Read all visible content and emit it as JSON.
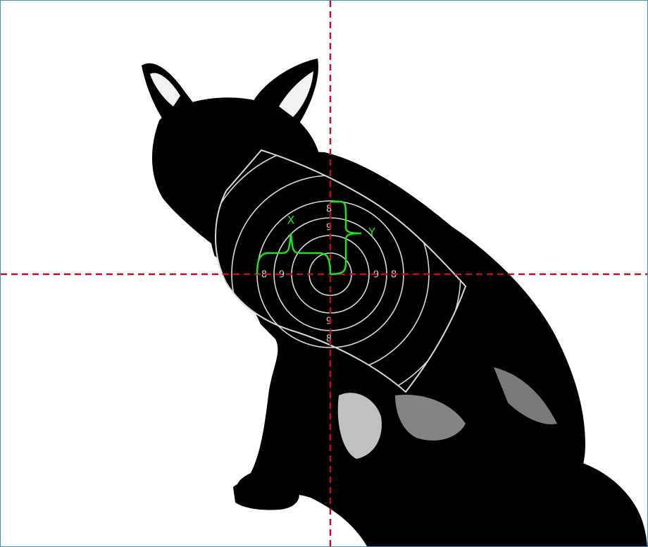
{
  "colors": {
    "silhouette": "#000000",
    "background": "#ffffff",
    "frame_border": "#3f8fb8",
    "crosshair": "#c0101a",
    "target_rings": "#d9d9d9",
    "ring_labels": "#cfcfcf",
    "measure": "#22e022"
  },
  "target": {
    "ring_labels": {
      "top_outer": "8",
      "top_inner": "9",
      "bottom_inner": "9",
      "bottom_outer": "8",
      "left_outer": "8",
      "left_inner": "9",
      "right_inner": "9",
      "right_outer": "8"
    }
  },
  "measurements": {
    "x_label": "X",
    "y_label": "Y"
  }
}
